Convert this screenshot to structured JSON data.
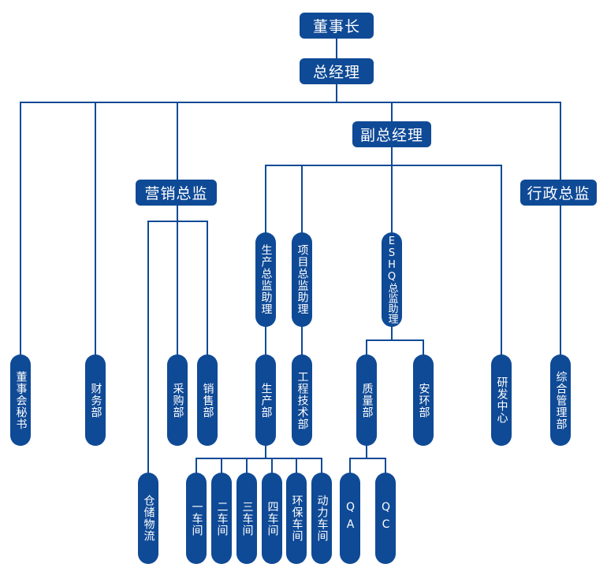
{
  "nodes": {
    "chairman": "董事长",
    "gm": "总经理",
    "vp": "副总经理",
    "marketing_director": "营销总监",
    "admin_director": "行政总监",
    "production_assistant": "生产总监助理",
    "project_assistant": "项目总监助理",
    "eshq_assistant": "ESHQ总监助理",
    "board_secretary": "董事会秘书",
    "finance": "财务部",
    "purchasing": "采购部",
    "sales": "销售部",
    "production": "生产部",
    "engineering": "工程技术部",
    "quality": "质量部",
    "safety": "安环部",
    "rd_center": "研发中心",
    "general_mgmt": "综合管理部",
    "warehouse": "仓储物流",
    "workshop1": "一车间",
    "workshop2": "二车间",
    "workshop3": "三车间",
    "workshop4": "四车间",
    "env_workshop": "环保车间",
    "power_workshop": "动力车间",
    "qa": "QA",
    "qc": "QC"
  },
  "colors": {
    "node": "#0f4a96",
    "line": "#0f4a96",
    "text": "#ffffff"
  }
}
